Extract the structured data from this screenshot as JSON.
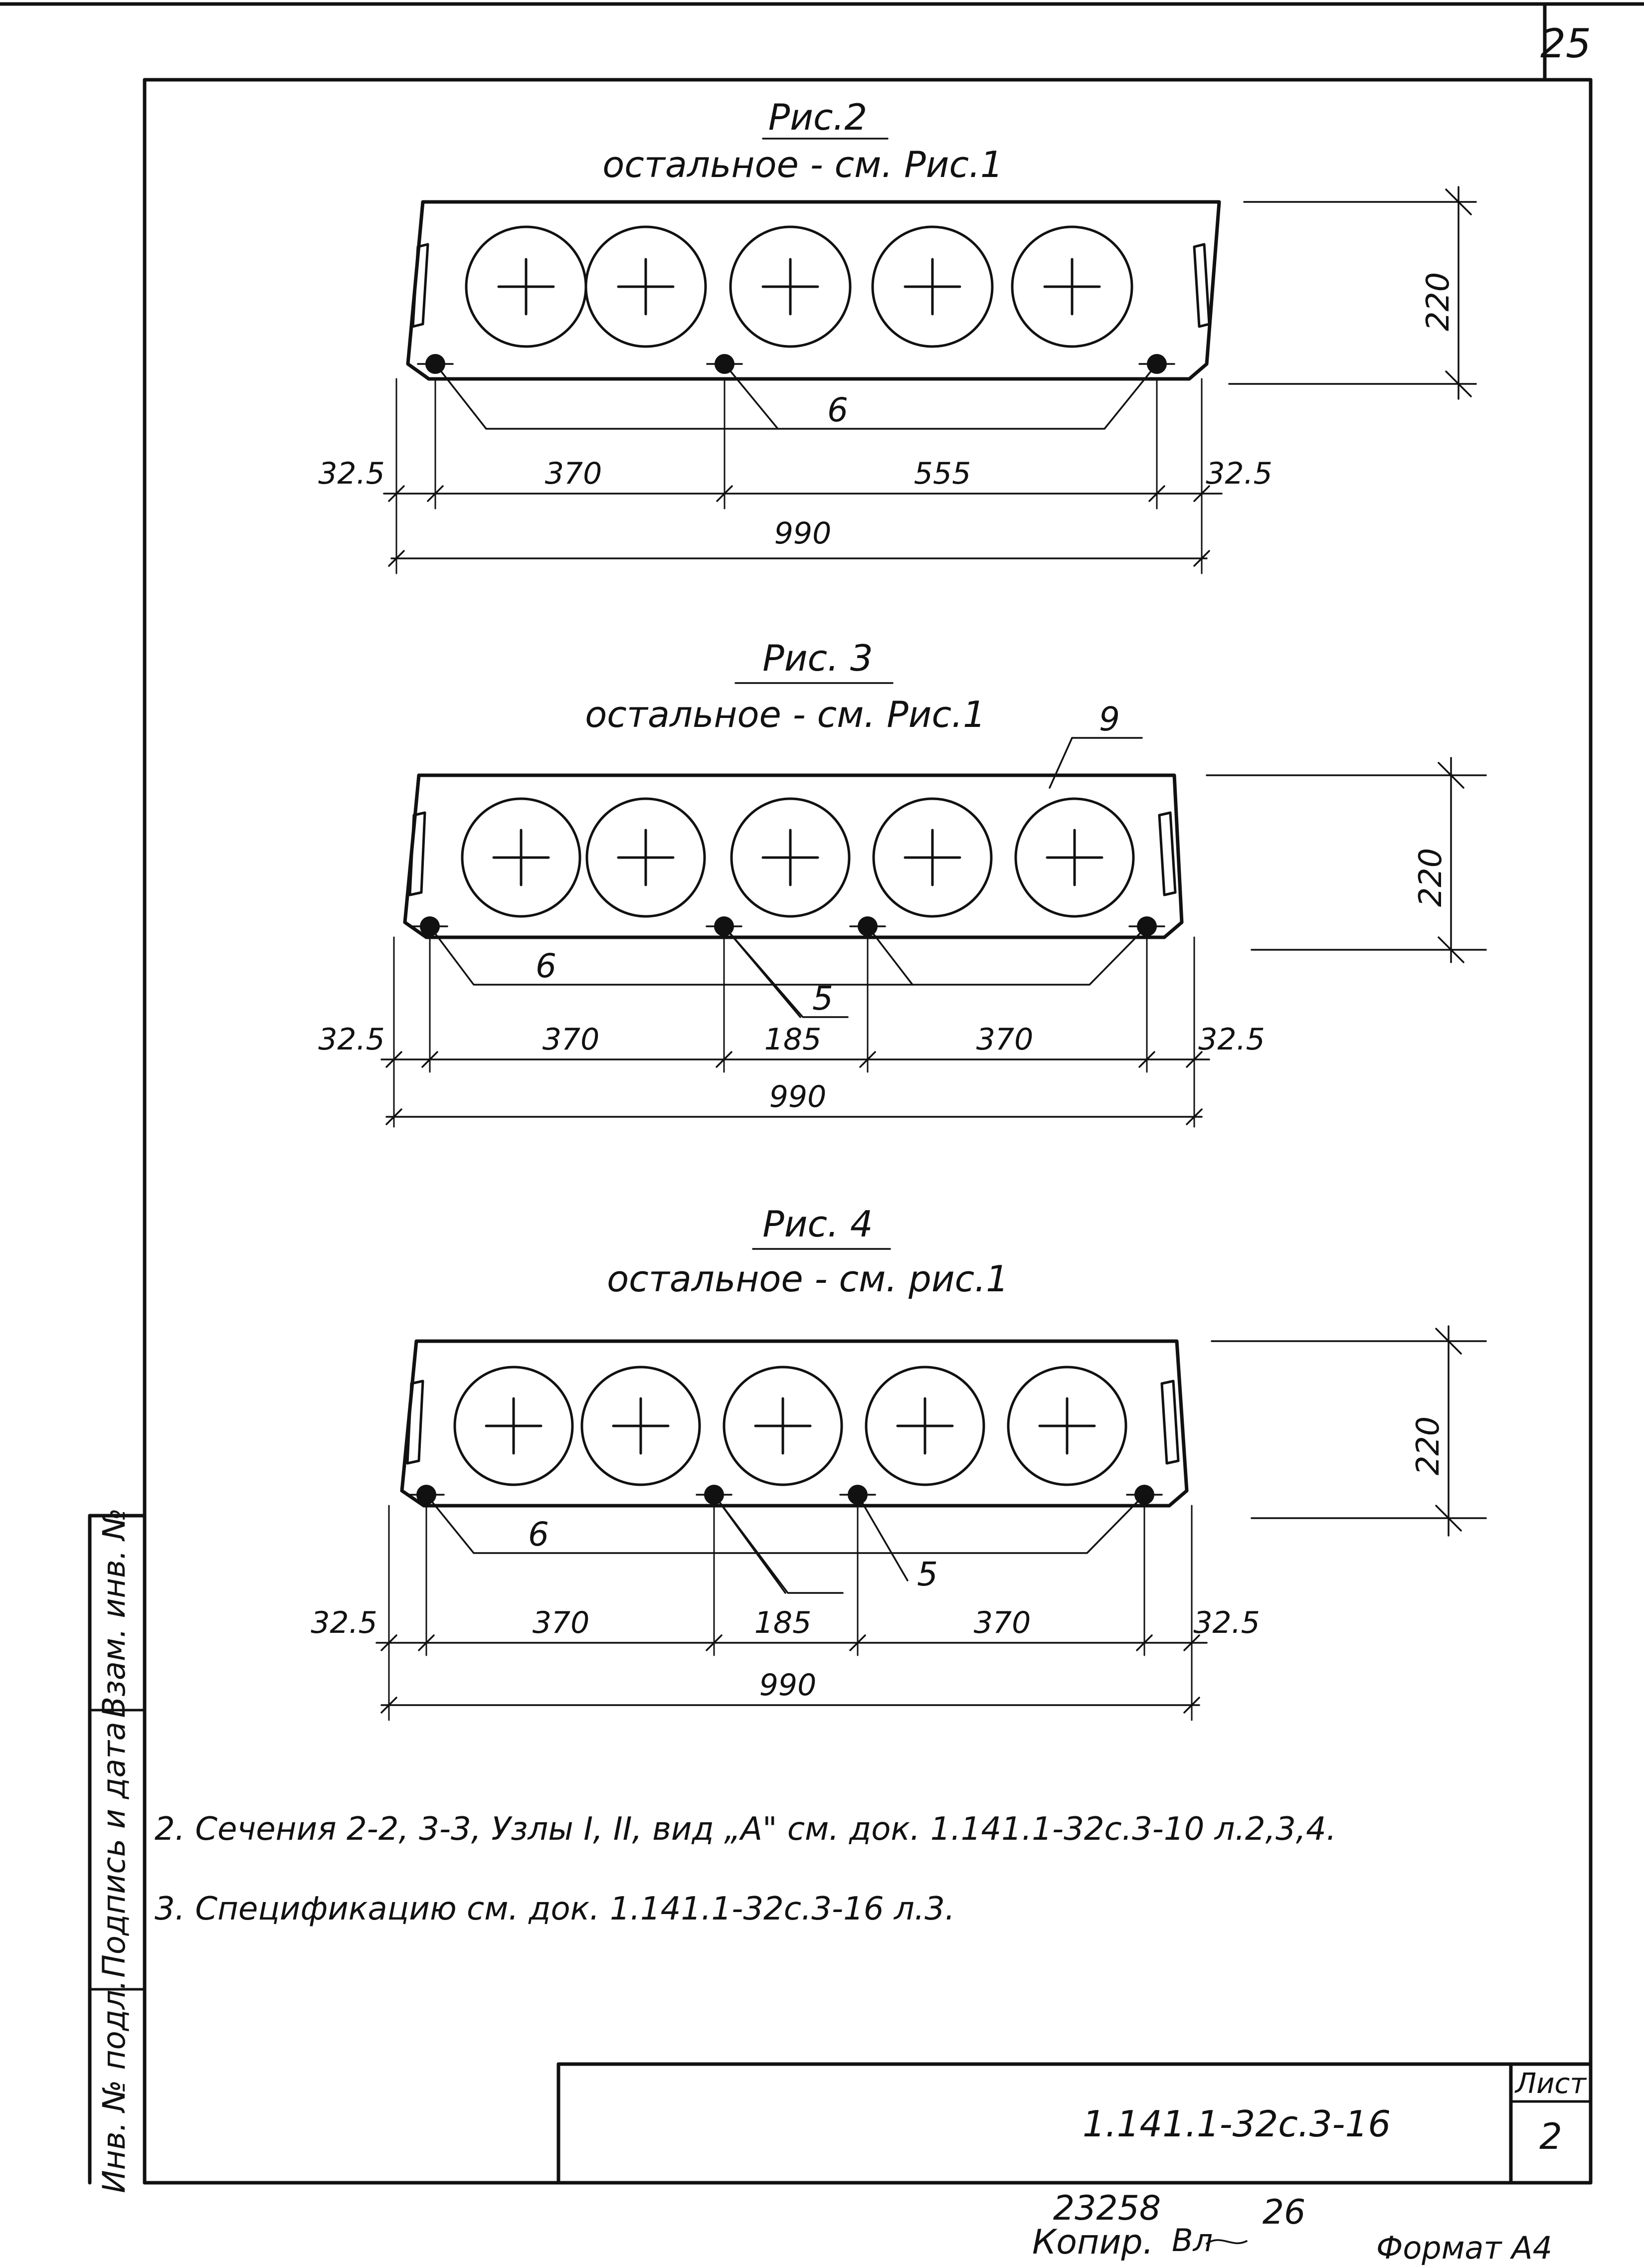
{
  "sheet_number_top": "25",
  "figures": [
    {
      "title": "Рис.2",
      "subtitle": "остальное - см. Рис.1",
      "extra_label": "",
      "height_dim": "220",
      "label_a": "6",
      "label_b": "",
      "dim_left": "32.5",
      "dim_segments": [
        "370",
        "555"
      ],
      "dim_right": "32.5",
      "dim_total": "990"
    },
    {
      "title": "Рис. 3",
      "subtitle": "остальное - см. Рис.1",
      "extra_label": "9",
      "height_dim": "220",
      "label_a": "6",
      "label_b": "5",
      "dim_left": "32.5",
      "dim_segments": [
        "370",
        "185",
        "370"
      ],
      "dim_right": "32.5",
      "dim_total": "990"
    },
    {
      "title": "Рис. 4",
      "subtitle": "остальное - см. рис.1",
      "extra_label": "",
      "height_dim": "220",
      "label_a": "6",
      "label_b": "5",
      "dim_left": "32.5",
      "dim_segments": [
        "370",
        "185",
        "370"
      ],
      "dim_right": "32.5",
      "dim_total": "990"
    }
  ],
  "notes": [
    "2. Сечения 2-2, 3-3, Узлы I, II, вид „А\" см. док. 1.141.1-32с.3-10 л.2,3,4.",
    "3. Спецификацию см. док. 1.141.1-32с.3-16 л.3."
  ],
  "side_stamp": [
    "Инв. № подл.",
    "Подпись и дата",
    "Взам. инв. №"
  ],
  "title_block": {
    "designation": "1.141.1-32с.3-16",
    "sheet_label": "Лист",
    "sheet_value": "2"
  },
  "footer": {
    "order_number": "23258",
    "copied_label": "Копир.",
    "copier_initials": "Вл",
    "page_number": "26",
    "format": "Формат А4"
  }
}
